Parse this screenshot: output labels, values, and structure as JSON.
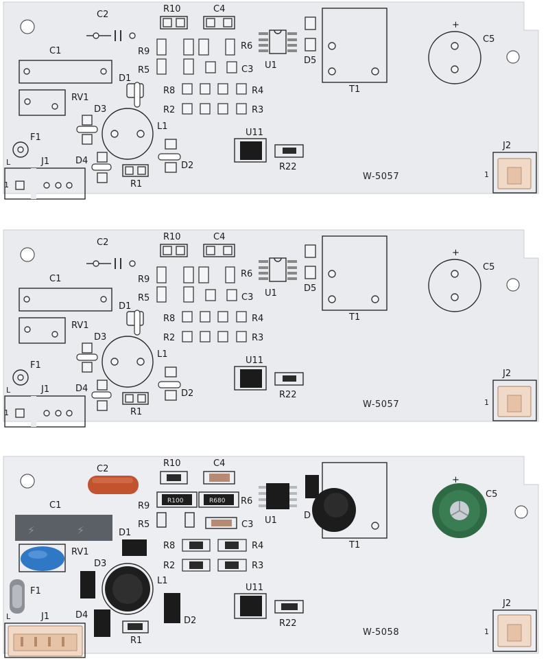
{
  "boards": [
    {
      "id": "top",
      "model": "W-5057",
      "labels": {
        "C1": "C1",
        "C2": "C2",
        "C3": "C3",
        "C4": "C4",
        "C5": "C5",
        "C5_plus": "+",
        "R1": "R1",
        "R2": "R2",
        "R3": "R3",
        "R4": "R4",
        "R5": "R5",
        "R6": "R6",
        "R8": "R8",
        "R9": "R9",
        "R10": "R10",
        "R22": "R22",
        "D1": "D1",
        "D2": "D2",
        "D3": "D3",
        "D4": "D4",
        "D5": "D5",
        "U1": "U1",
        "U11": "U11",
        "T1": "T1",
        "RV1": "RV1",
        "F1": "F1",
        "L1": "L1",
        "J1": "J1",
        "J2": "J2",
        "L": "L",
        "pin1_j1": "1",
        "pin1_j2": "1"
      }
    },
    {
      "id": "middle",
      "model": "W-5057",
      "labels": {
        "C1": "C1",
        "C2": "C2",
        "C3": "C3",
        "C4": "C4",
        "C5": "C5",
        "C5_plus": "+",
        "R1": "R1",
        "R2": "R2",
        "R3": "R3",
        "R4": "R4",
        "R5": "R5",
        "R6": "R6",
        "R8": "R8",
        "R9": "R9",
        "R10": "R10",
        "R22": "R22",
        "D1": "D1",
        "D2": "D2",
        "D3": "D3",
        "D4": "D4",
        "D5": "D5",
        "U1": "U1",
        "U11": "U11",
        "T1": "T1",
        "RV1": "RV1",
        "F1": "F1",
        "L1": "L1",
        "J1": "J1",
        "J2": "J2",
        "L": "L",
        "pin1_j1": "1",
        "pin1_j2": "1"
      }
    },
    {
      "id": "bottom",
      "model": "W-5058",
      "labels": {
        "C1": "C1",
        "C2": "C2",
        "C3": "C3",
        "C4": "C4",
        "C5": "C5",
        "C5_plus": "+",
        "R1": "R1",
        "R2": "R2",
        "R3": "R3",
        "R4": "R4",
        "R5": "R5",
        "R6": "R6",
        "R8": "R8",
        "R9": "R9",
        "R10": "R10",
        "R22": "R22",
        "D1": "D1",
        "D2": "D2",
        "D3": "D3",
        "D4": "D4",
        "D5": "D",
        "U1": "U1",
        "U11": "U11",
        "T1": "T1",
        "RV1": "RV1",
        "F1": "F1",
        "L1": "L1",
        "J1": "J1",
        "J2": "J2",
        "L": "L",
        "pin1_j2": "1",
        "r9_marking": "R100",
        "r6_marking": "R680"
      }
    }
  ],
  "colors": {
    "pcb": "#e9ebef",
    "silk": "#2a2a2a",
    "pad": "#f4f5f7",
    "chip": "#1b1b1b",
    "connector": "#f0d9c6",
    "cap_orange": "#c3532f",
    "cap_green": "#2e6b44",
    "varistor_blue": "#2f78c6",
    "film_cap": "#5b5f66"
  }
}
